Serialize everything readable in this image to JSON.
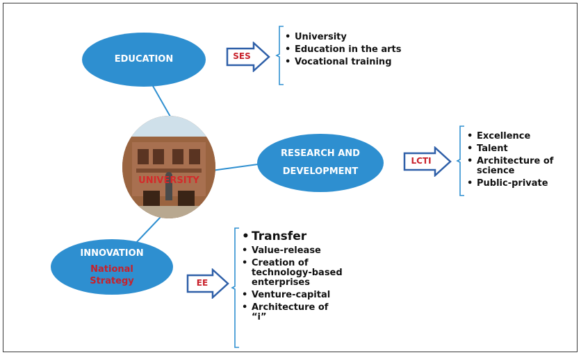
{
  "center": {
    "label": "UNIVERSITY"
  },
  "nodes": {
    "education": {
      "label": "EDUCATION"
    },
    "research": {
      "line1": "RESEARCH AND",
      "line2": "DEVELOPMENT"
    },
    "innovation": {
      "label": "INNOVATION",
      "sub1": "National",
      "sub2": "Strategy"
    }
  },
  "arrows": {
    "ses": "SES",
    "lcti": "LCTI",
    "ee": "EE"
  },
  "lists": {
    "education": [
      "University",
      "Education in the arts",
      "Vocational training"
    ],
    "research": [
      "Excellence",
      "Talent",
      "Architecture of science",
      "Public-private"
    ],
    "innovation": [
      "Transfer",
      "Value-release",
      "Creation of technology-based enterprises",
      "Venture-capital",
      "Architecture of “i”"
    ]
  },
  "colors": {
    "node_fill": "#2e8fd0",
    "accent_red": "#c8202a",
    "arrow_stroke": "#2e5fa8"
  }
}
